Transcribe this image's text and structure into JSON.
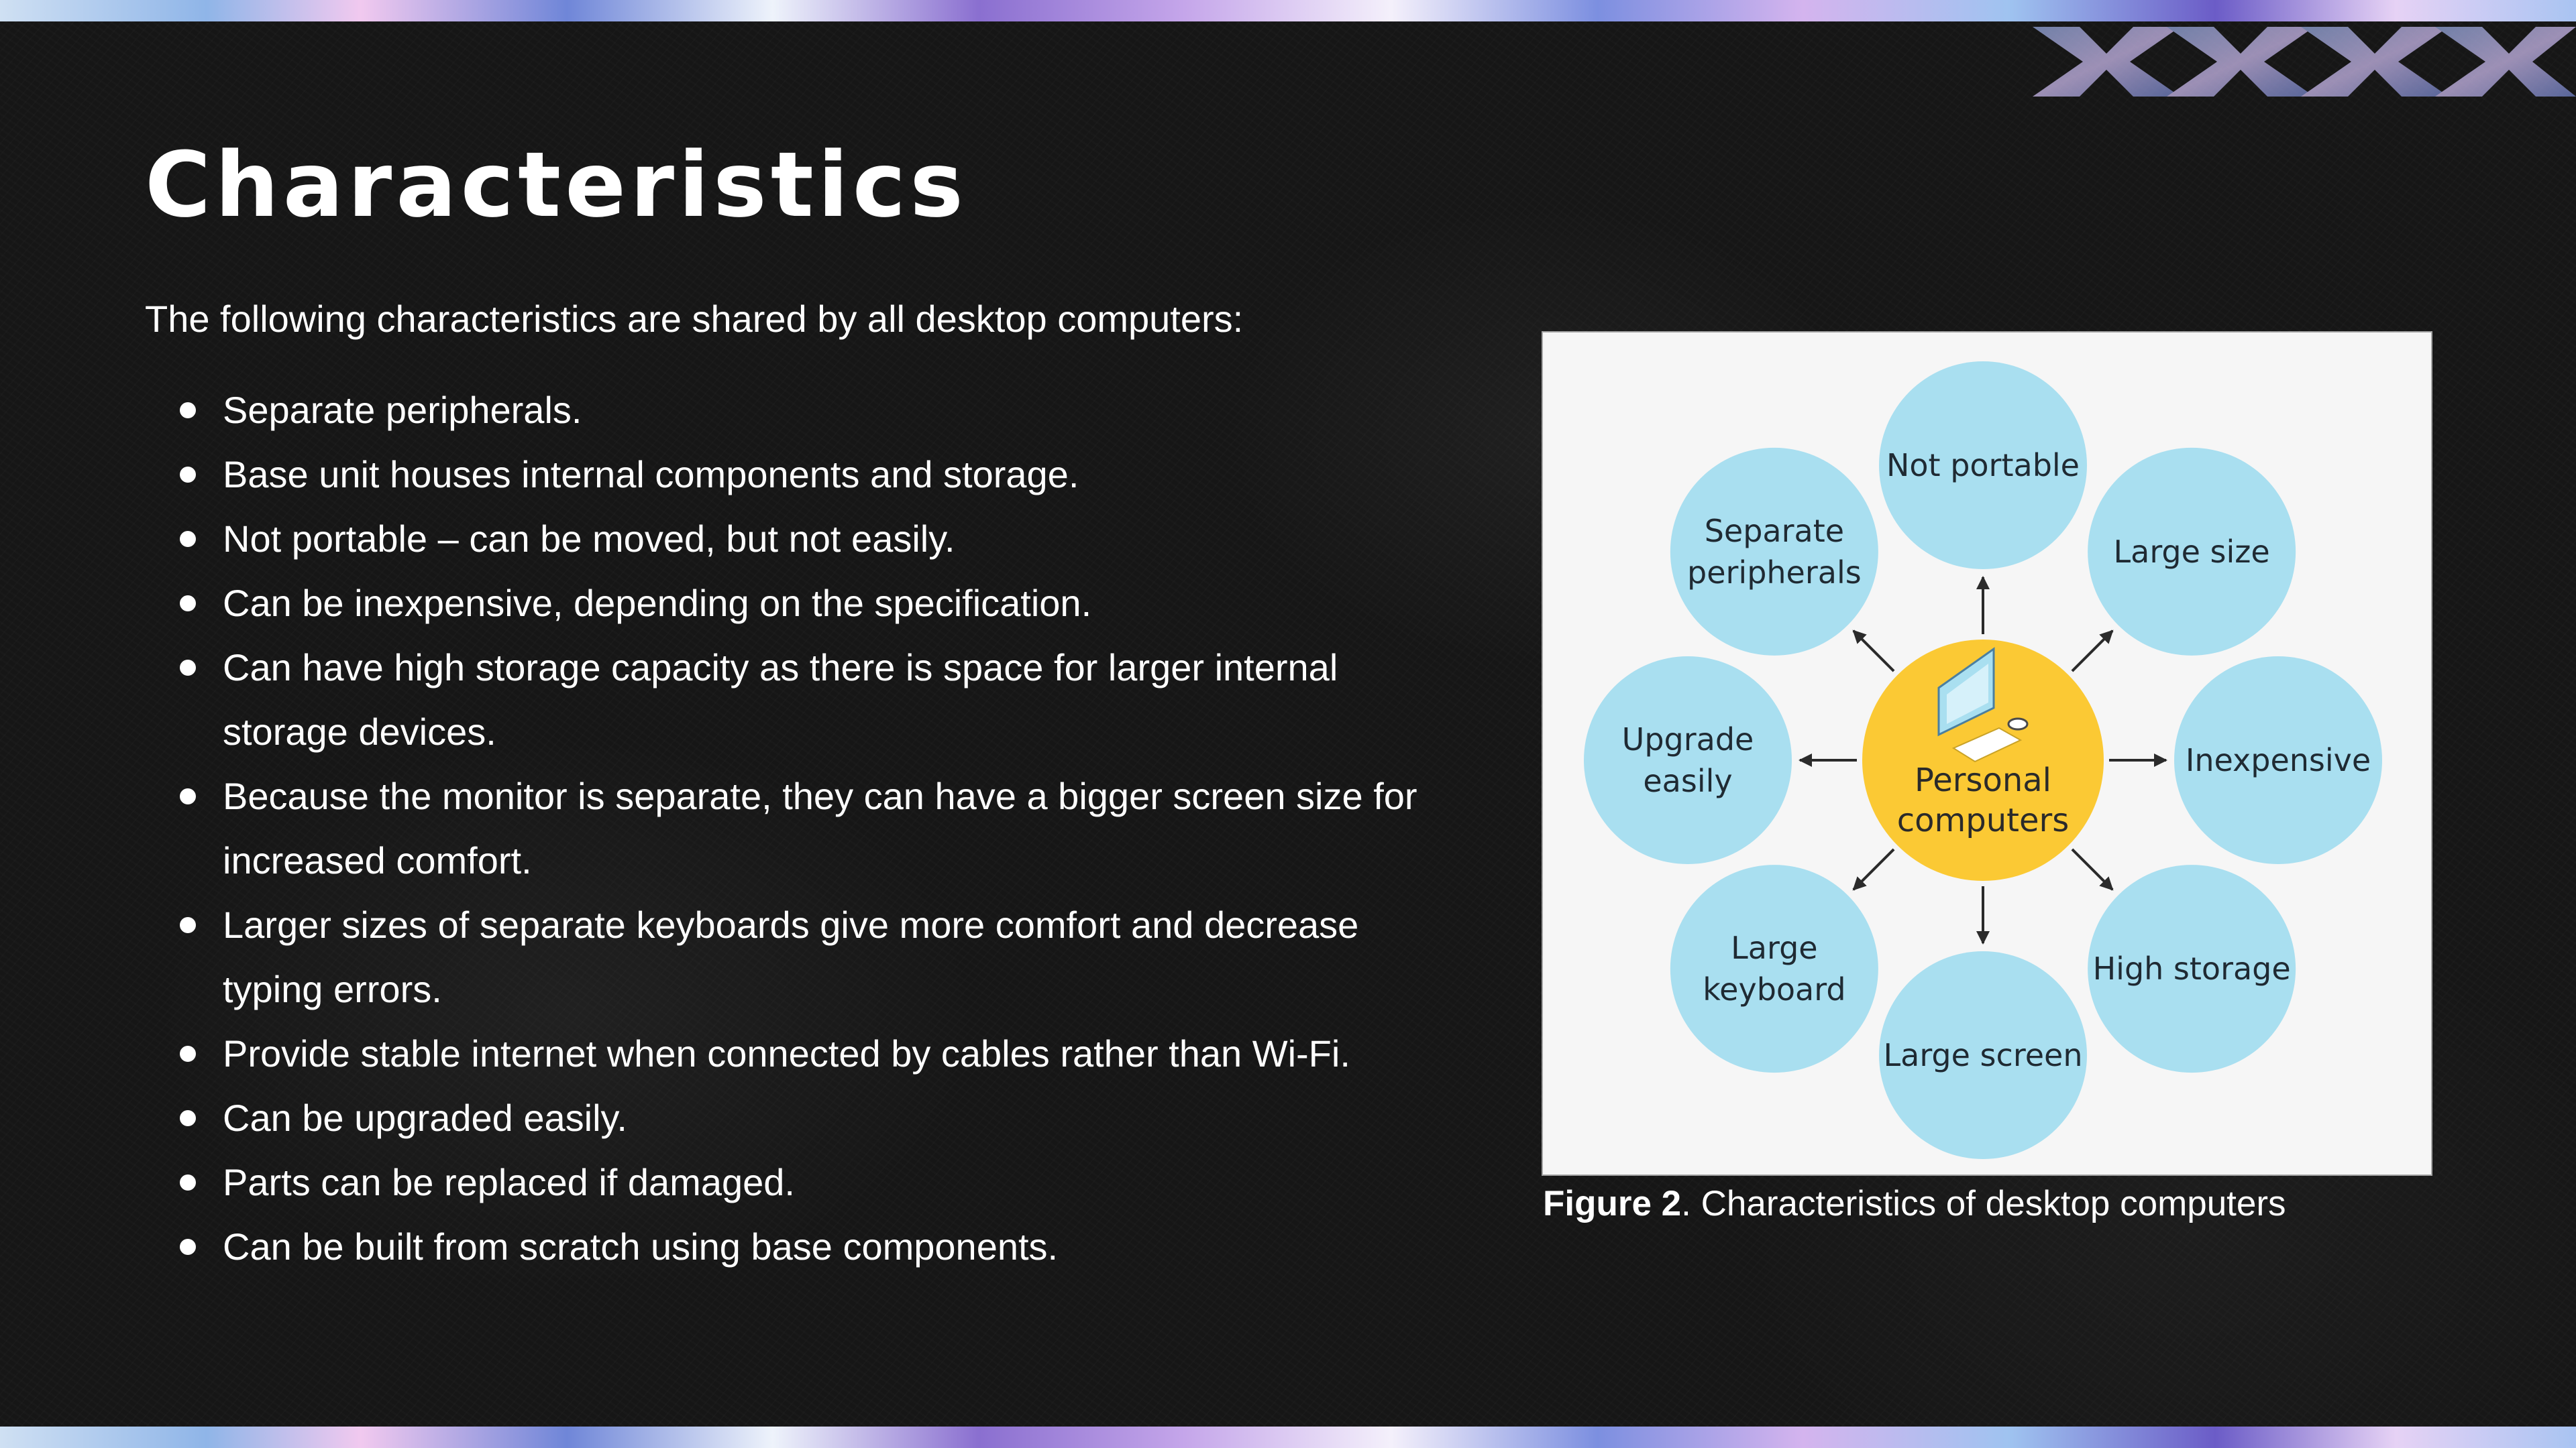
{
  "slide": {
    "title": "Characteristics",
    "intro": "The following characteristics are shared by all desktop computers:",
    "bullets": [
      "Separate peripherals.",
      "Base unit houses internal components and storage.",
      "Not portable – can be moved, but not easily.",
      "Can be inexpensive, depending on the specification.",
      "Can have high storage capacity as there is space for larger internal storage devices.",
      "Because the monitor is separate, they can have a bigger screen size for increased comfort.",
      "Larger sizes of separate keyboards give more comfort and decrease typing errors.",
      "Provide stable internet when connected by cables rather than Wi-Fi.",
      "Can be upgraded easily.",
      "Parts can be replaced if damaged.",
      "Can be built from scratch using base components."
    ]
  },
  "figure": {
    "center": [
      "Personal",
      "computers"
    ],
    "nodes": [
      {
        "lines": [
          "Not portable"
        ]
      },
      {
        "lines": [
          "Large size"
        ]
      },
      {
        "lines": [
          "Inexpensive"
        ]
      },
      {
        "lines": [
          "High storage"
        ]
      },
      {
        "lines": [
          "Large screen"
        ]
      },
      {
        "lines": [
          "Large",
          "keyboard"
        ]
      },
      {
        "lines": [
          "Upgrade",
          "easily"
        ]
      },
      {
        "lines": [
          "Separate",
          "peripherals"
        ]
      }
    ],
    "caption_bold": "Figure 2",
    "caption_text": ". Characteristics of desktop computers"
  },
  "colors": {
    "node_fill": "#a9dff0",
    "center_fill": "#fbc934",
    "background": "#161616",
    "panel": "#f6f6f6",
    "arrow": "#2b2b2b"
  },
  "icons": [
    "monitor-icon",
    "keyboard-icon",
    "mouse-icon",
    "bullet-dot-icon",
    "x-pattern-decoration"
  ]
}
